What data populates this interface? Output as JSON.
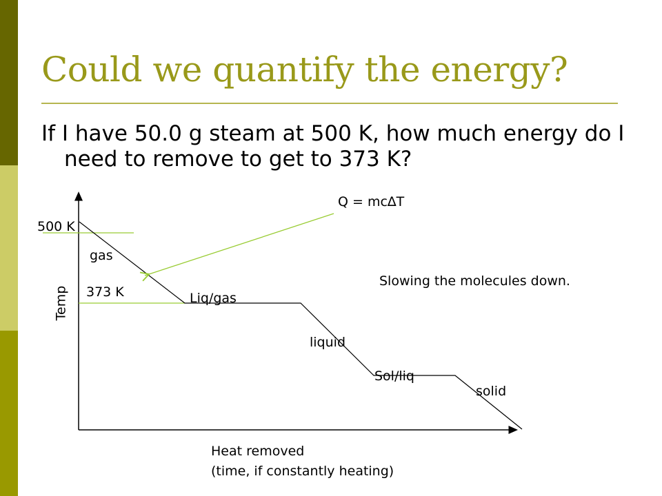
{
  "slide": {
    "title": "Could we quantify the energy?",
    "question": "If I have 50.0 g steam at 500 K, how much energy do I need to remove to get to 373 K?",
    "accent_color": "#99991a",
    "sidebar_colors": [
      "#666600",
      "#cccc66",
      "#999900"
    ]
  },
  "diagram": {
    "temp_500": "500 K",
    "temp_373": "373 K",
    "y_axis_label": "Temp",
    "x_axis_label_line1": "Heat removed",
    "x_axis_label_line2": "(time, if constantly heating)",
    "phase_gas": "gas",
    "phase_liq_gas": "Liq/gas",
    "phase_liquid": "liquid",
    "phase_sol_liq": "Sol/liq",
    "phase_solid": "solid",
    "equation": "Q = mc∆T",
    "note": "Slowing the molecules down.",
    "guide_line_color": "#99cc33"
  }
}
